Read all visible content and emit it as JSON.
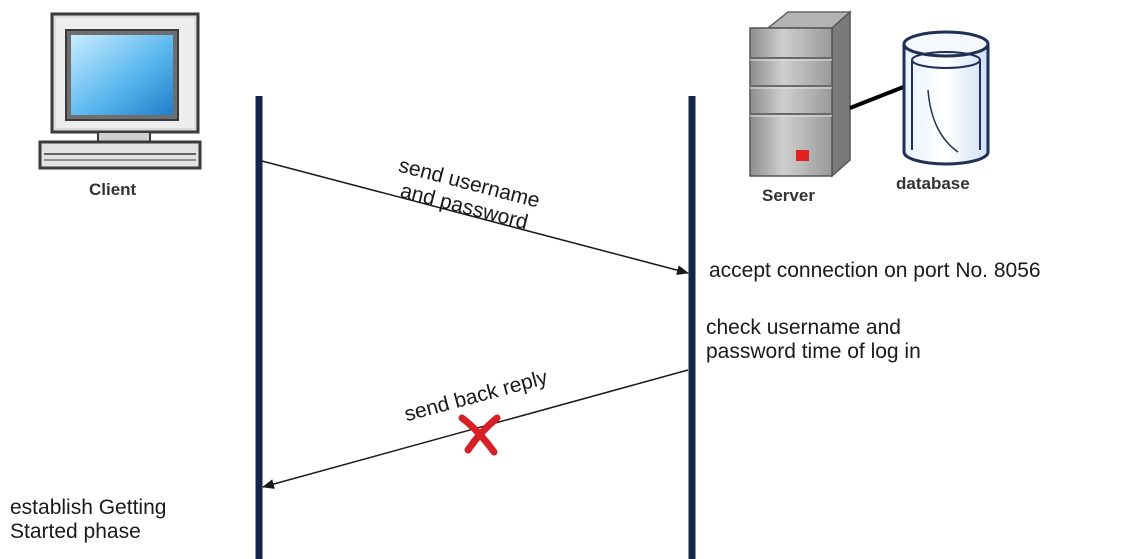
{
  "actors": {
    "client": {
      "label": "Client",
      "icon": "desktop-computer-icon"
    },
    "server": {
      "label": "Server",
      "icon": "server-tower-icon"
    },
    "database": {
      "label": "database",
      "icon": "database-cylinder-icon"
    }
  },
  "messages": {
    "request": {
      "line1": "send username",
      "line2": "and password"
    },
    "reply": {
      "text": "send back reply",
      "status_icon": "failure-x-icon"
    }
  },
  "notes": {
    "server_accept": "accept connection on port No. 8056",
    "server_check_line1": "check username and",
    "server_check_line2": "password time of log in",
    "client_establish_line1": "establish Getting",
    "client_establish_line2": "Started phase"
  },
  "colors": {
    "lifeline": "#14254a",
    "arrow": "#1a1a1a",
    "failure_mark": "#d81f26"
  }
}
